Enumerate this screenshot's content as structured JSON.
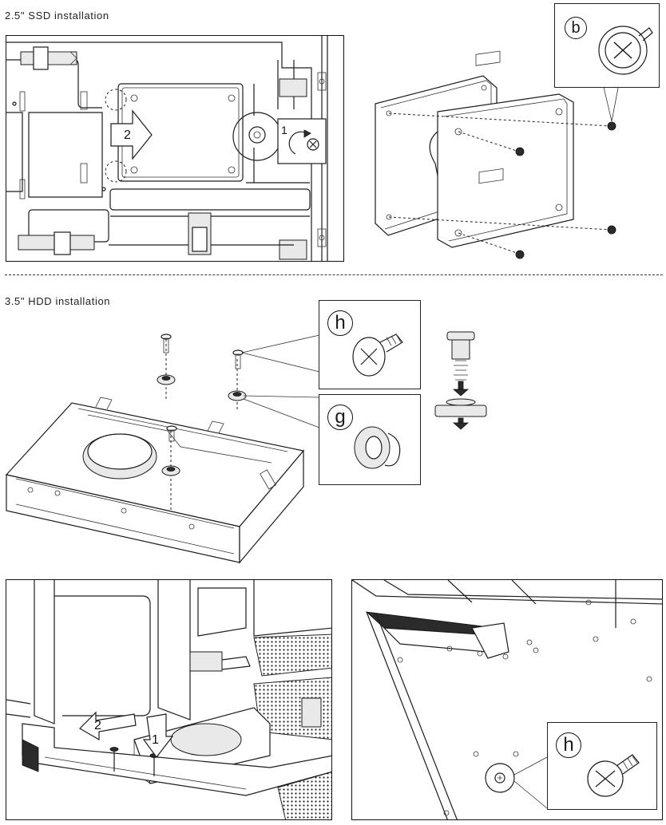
{
  "sections": {
    "ssd_title": "2.5\" SSD installation",
    "hdd_title": "3.5\" HDD installation"
  },
  "ssd": {
    "step_screw": "1",
    "step_slide": "2",
    "screw_badge": "b"
  },
  "hdd": {
    "screw_badge": "h",
    "grommet_badge": "g"
  },
  "install": {
    "step_insert": "1",
    "step_push": "2",
    "screw_badge": "h"
  },
  "icons": {
    "screw": "phillips-screw-icon",
    "grommet": "rubber-grommet-icon",
    "arrow": "direction-arrow-icon",
    "rotate": "clockwise-rotate-icon"
  }
}
